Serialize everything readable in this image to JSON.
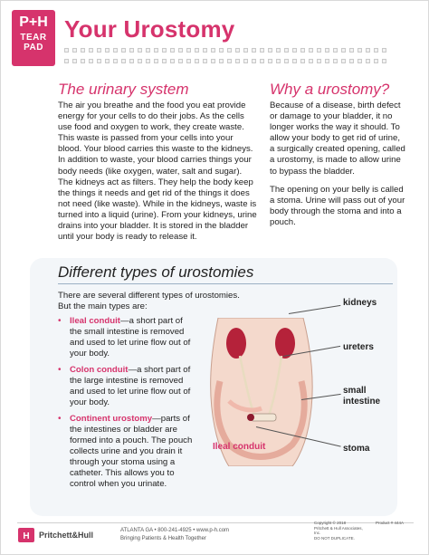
{
  "header": {
    "logo_mark": "P+H",
    "logo_tear": "TEAR",
    "logo_pad": "PAD",
    "title": "Your Urostomy"
  },
  "urinary_system": {
    "heading": "The urinary system",
    "body": "The air you breathe and the food you eat provide energy for your cells to do their jobs. As the cells use food and oxygen to work, they create waste. This waste is passed from your cells into your blood.  Your blood carries this waste to the kidneys.  In addition to waste, your blood carries things your body needs (like oxygen, water, salt and sugar). The kidneys act as filters.  They help the body keep the things it needs and get rid of the things it does not need (like waste). While in the kidneys, waste is turned into a liquid (urine). From your kidneys, urine drains into your bladder.  It is stored in the bladder until your body is ready to release it."
  },
  "why_urostomy": {
    "heading": "Why a urostomy?",
    "para1": "Because of a disease, birth defect or damage to your bladder, it no longer works the way it should.  To allow your body to get rid of urine, a surgically created opening, called a urostomy, is made to allow urine to bypass the bladder.",
    "para2": "The opening on your belly is called a stoma.  Urine will pass out of your body through the stoma and into a pouch."
  },
  "types": {
    "heading": "Different types of urostomies",
    "intro": "There are several different types of urostomies. But the main types are:",
    "items": [
      {
        "term": "Ileal conduit",
        "text": "—a short part of the small intestine is removed and used to let urine flow out of your body."
      },
      {
        "term": "Colon conduit",
        "text": "—a short part of the large intestine is removed and used to let urine flow out of your body."
      },
      {
        "term": "Continent urostomy",
        "text": "—parts of the intestines or bladder are formed into a pouch.  The pouch collects urine and you drain it through your stoma using a catheter.  This allows you to control when you urinate."
      }
    ],
    "illustration": {
      "caption": "Ileal conduit",
      "labels": {
        "kidneys": "kidneys",
        "ureters": "ureters",
        "small_intestine_1": "small",
        "small_intestine_2": "intestine",
        "stoma": "stoma"
      }
    }
  },
  "footer": {
    "brand": "Pritchett&Hull",
    "address_line": "ATLANTA  GA  •  800-241-4925  •  www.p-h.com",
    "tagline": "Bringing Patients & Health Together",
    "copyright_1": "Copyright © 2018",
    "copyright_2": "Pritchett & Hull Associates, Inc.",
    "copyright_3": "DO NOT DUPLICATE.",
    "product": "Product # 444A"
  },
  "colors": {
    "accent": "#d6336c",
    "box_bg": "#f3f6f9"
  }
}
